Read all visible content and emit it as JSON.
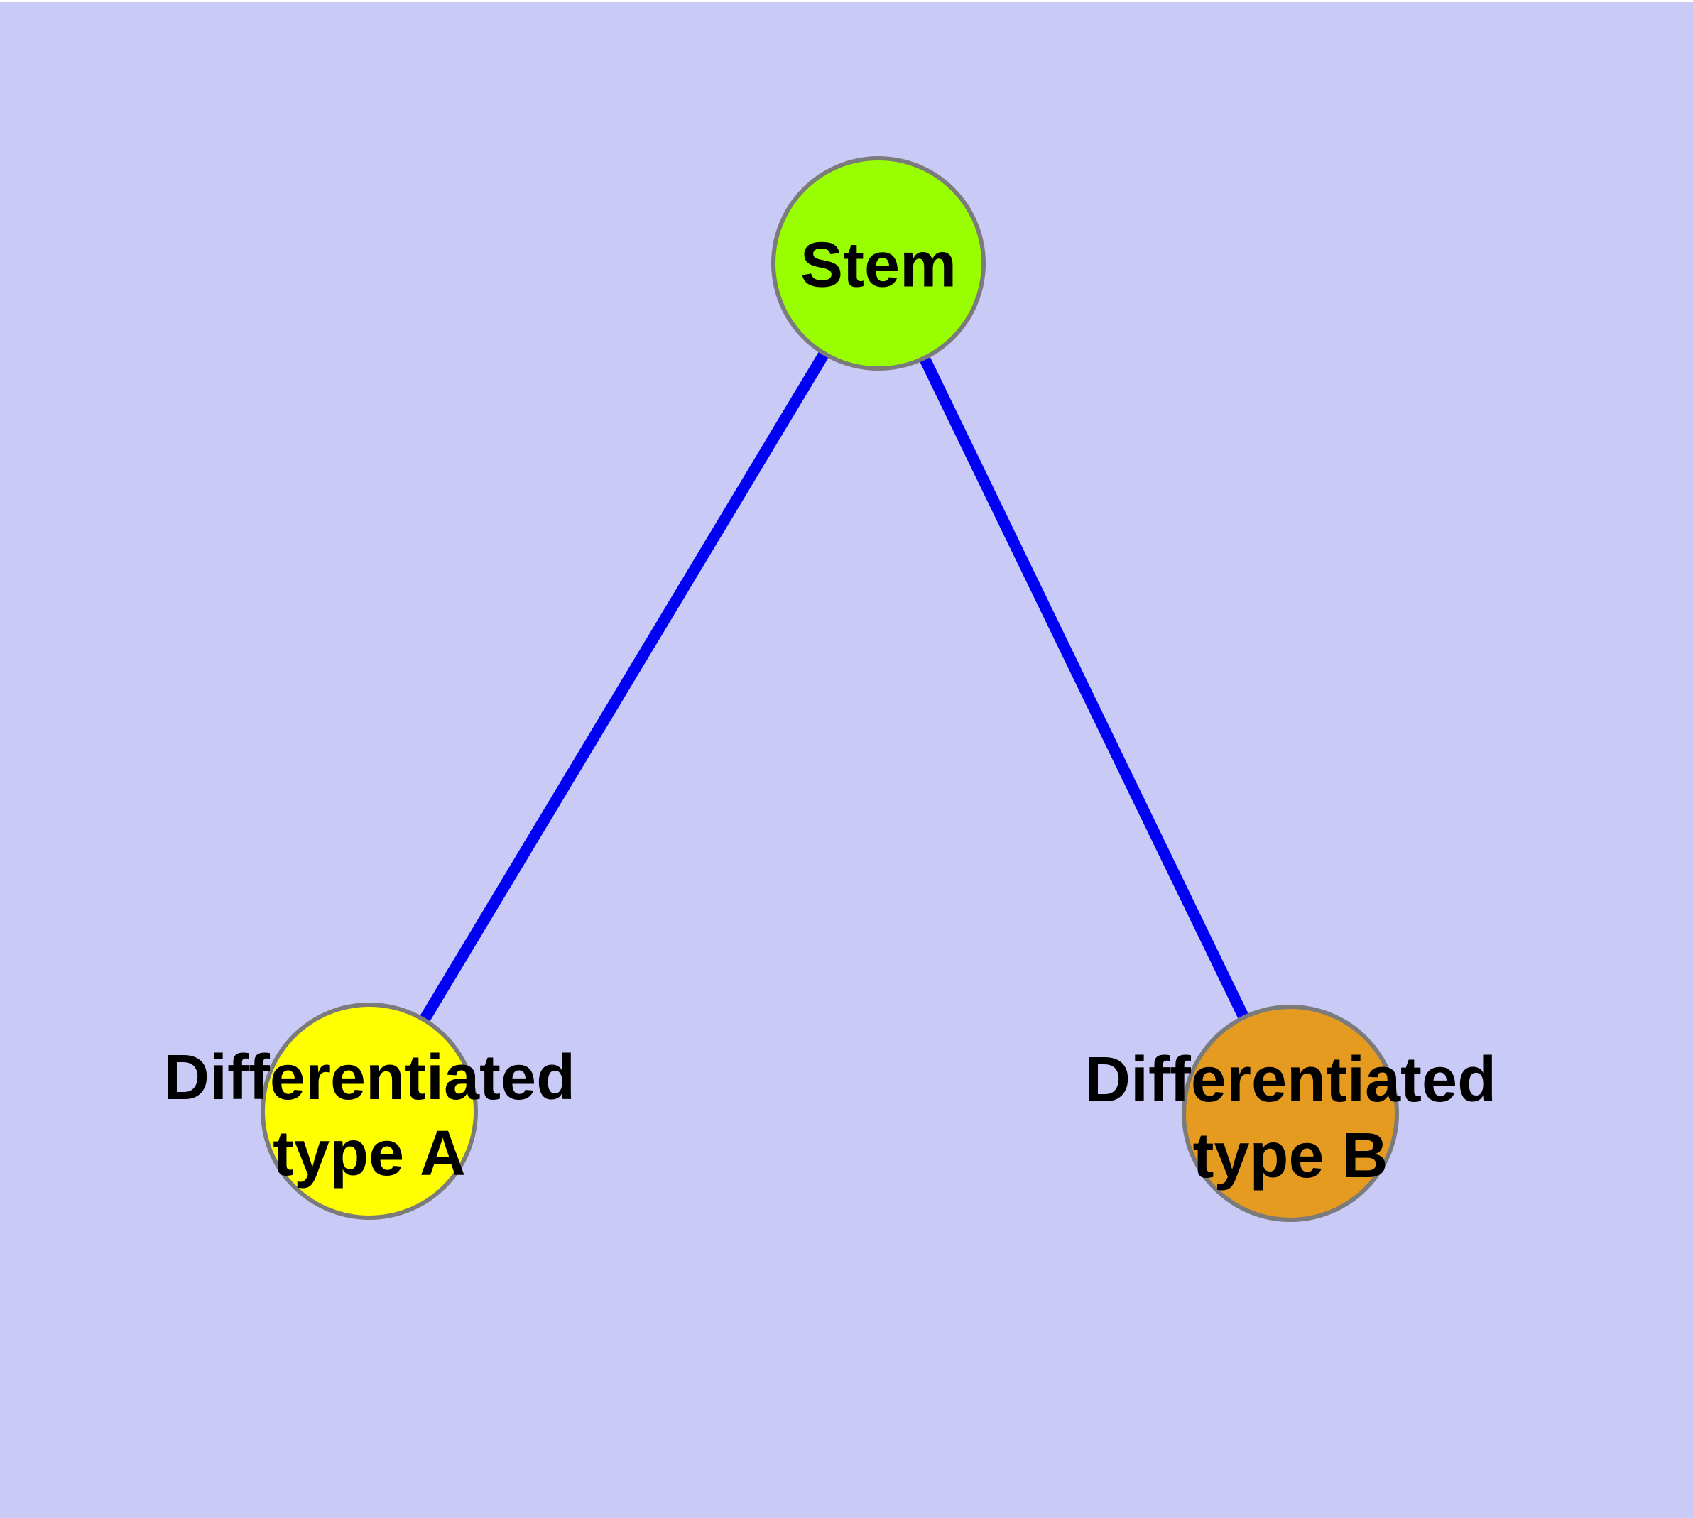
{
  "diagram": {
    "background_color": "#CACAF7",
    "edge_color": "#0000F5",
    "node_border_color": "#7B7B7B",
    "nodes": [
      {
        "id": "stem",
        "label_line1": "Stem",
        "label_line2": "",
        "color": "#99FF00"
      },
      {
        "id": "differentiated-type-a",
        "label_line1": "Differentiated",
        "label_line2": "type A",
        "color": "#FFFF00"
      },
      {
        "id": "differentiated-type-b",
        "label_line1": "Differentiated",
        "label_line2": "type B",
        "color": "#E59A20"
      }
    ],
    "edges": [
      {
        "from": "stem",
        "to": "differentiated-type-a"
      },
      {
        "from": "stem",
        "to": "differentiated-type-b"
      }
    ]
  }
}
